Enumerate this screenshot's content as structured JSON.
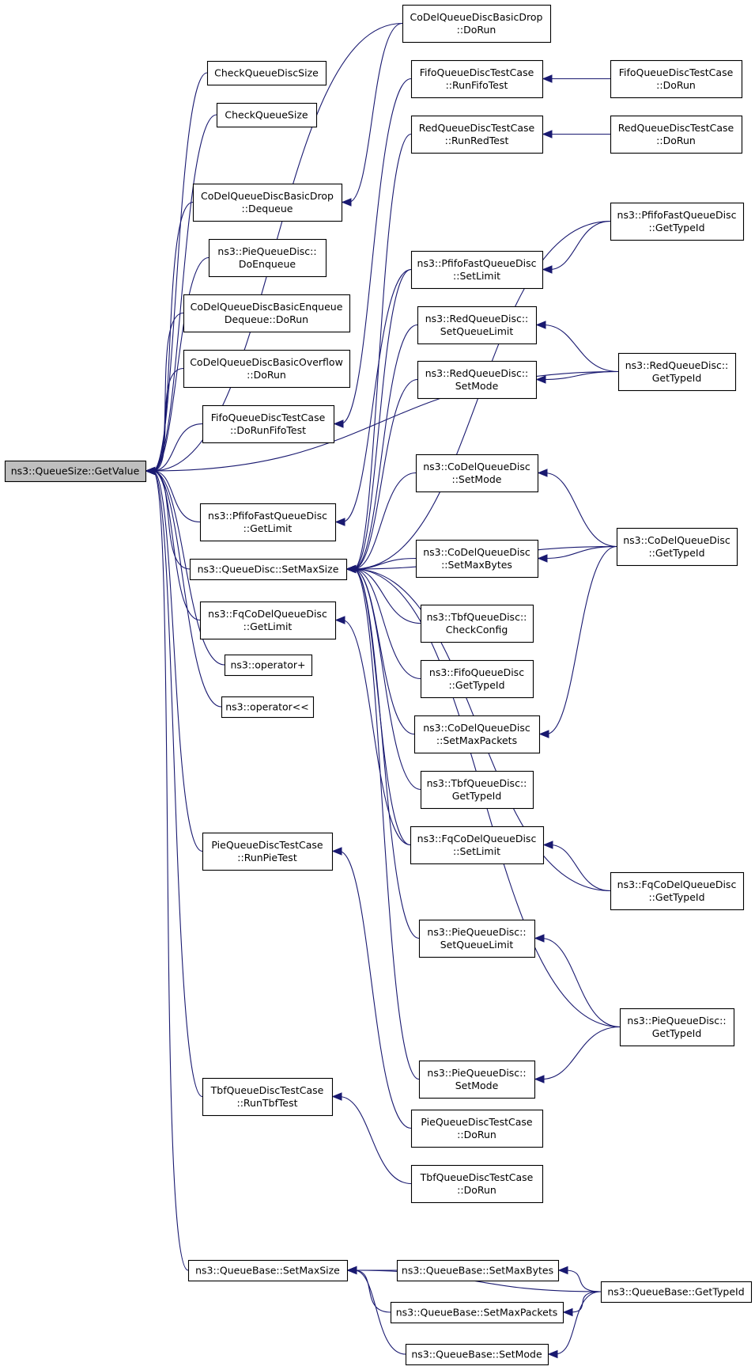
{
  "nodes": [
    {
      "id": "n0",
      "lines": [
        "ns3::QueueSize::GetValue"
      ],
      "root": true
    },
    {
      "id": "n1",
      "lines": [
        "CheckQueueDiscSize"
      ]
    },
    {
      "id": "n2",
      "lines": [
        "CheckQueueSize"
      ]
    },
    {
      "id": "n3",
      "lines": [
        "CoDelQueueDiscBasicDrop",
        "::Dequeue"
      ]
    },
    {
      "id": "n4",
      "lines": [
        "ns3::PieQueueDisc::",
        "DoEnqueue"
      ]
    },
    {
      "id": "n5",
      "lines": [
        "CoDelQueueDiscBasicEnqueue",
        "Dequeue::DoRun"
      ]
    },
    {
      "id": "n6",
      "lines": [
        "CoDelQueueDiscBasicOverflow",
        "::DoRun"
      ]
    },
    {
      "id": "n7",
      "lines": [
        "FifoQueueDiscTestCase",
        "::DoRunFifoTest"
      ]
    },
    {
      "id": "n8",
      "lines": [
        "ns3::PfifoFastQueueDisc",
        "::GetLimit"
      ]
    },
    {
      "id": "n9",
      "lines": [
        "ns3::QueueDisc::SetMaxSize"
      ]
    },
    {
      "id": "n10",
      "lines": [
        "ns3::FqCoDelQueueDisc",
        "::GetLimit"
      ]
    },
    {
      "id": "n11",
      "lines": [
        "ns3::operator+"
      ]
    },
    {
      "id": "n12",
      "lines": [
        "ns3::operator<<"
      ]
    },
    {
      "id": "n13",
      "lines": [
        "PieQueueDiscTestCase",
        "::RunPieTest"
      ]
    },
    {
      "id": "n14",
      "lines": [
        "TbfQueueDiscTestCase",
        "::RunTbfTest"
      ]
    },
    {
      "id": "n15",
      "lines": [
        "ns3::QueueBase::SetMaxSize"
      ]
    },
    {
      "id": "n16",
      "lines": [
        "CoDelQueueDiscBasicDrop",
        "::DoRun"
      ]
    },
    {
      "id": "n17",
      "lines": [
        "FifoQueueDiscTestCase",
        "::RunFifoTest"
      ]
    },
    {
      "id": "n18",
      "lines": [
        "RedQueueDiscTestCase",
        "::RunRedTest"
      ]
    },
    {
      "id": "n19",
      "lines": [
        "ns3::PfifoFastQueueDisc",
        "::SetLimit"
      ]
    },
    {
      "id": "n20",
      "lines": [
        "ns3::RedQueueDisc::",
        "SetQueueLimit"
      ]
    },
    {
      "id": "n21",
      "lines": [
        "ns3::RedQueueDisc::",
        "SetMode"
      ]
    },
    {
      "id": "n22",
      "lines": [
        "ns3::CoDelQueueDisc",
        "::SetMode"
      ]
    },
    {
      "id": "n23",
      "lines": [
        "ns3::CoDelQueueDisc",
        "::SetMaxBytes"
      ]
    },
    {
      "id": "n24",
      "lines": [
        "ns3::TbfQueueDisc::",
        "CheckConfig"
      ]
    },
    {
      "id": "n25",
      "lines": [
        "ns3::FifoQueueDisc",
        "::GetTypeId"
      ]
    },
    {
      "id": "n26",
      "lines": [
        "ns3::CoDelQueueDisc",
        "::SetMaxPackets"
      ]
    },
    {
      "id": "n27",
      "lines": [
        "ns3::TbfQueueDisc::",
        "GetTypeId"
      ]
    },
    {
      "id": "n28",
      "lines": [
        "ns3::FqCoDelQueueDisc",
        "::SetLimit"
      ]
    },
    {
      "id": "n29",
      "lines": [
        "ns3::PieQueueDisc::",
        "SetQueueLimit"
      ]
    },
    {
      "id": "n30",
      "lines": [
        "ns3::PieQueueDisc::",
        "SetMode"
      ]
    },
    {
      "id": "n31",
      "lines": [
        "PieQueueDiscTestCase",
        "::DoRun"
      ]
    },
    {
      "id": "n32",
      "lines": [
        "TbfQueueDiscTestCase",
        "::DoRun"
      ]
    },
    {
      "id": "n33",
      "lines": [
        "ns3::QueueBase::SetMaxBytes"
      ]
    },
    {
      "id": "n34",
      "lines": [
        "ns3::QueueBase::SetMaxPackets"
      ]
    },
    {
      "id": "n35",
      "lines": [
        "ns3::QueueBase::SetMode"
      ]
    },
    {
      "id": "n36",
      "lines": [
        "FifoQueueDiscTestCase",
        "::DoRun"
      ]
    },
    {
      "id": "n37",
      "lines": [
        "RedQueueDiscTestCase",
        "::DoRun"
      ]
    },
    {
      "id": "n38",
      "lines": [
        "ns3::PfifoFastQueueDisc",
        "::GetTypeId"
      ]
    },
    {
      "id": "n39",
      "lines": [
        "ns3::RedQueueDisc::",
        "GetTypeId"
      ]
    },
    {
      "id": "n40",
      "lines": [
        "ns3::CoDelQueueDisc",
        "::GetTypeId"
      ]
    },
    {
      "id": "n41",
      "lines": [
        "ns3::FqCoDelQueueDisc",
        "::GetTypeId"
      ]
    },
    {
      "id": "n42",
      "lines": [
        "ns3::PieQueueDisc::",
        "GetTypeId"
      ]
    },
    {
      "id": "n43",
      "lines": [
        "ns3::QueueBase::GetTypeId"
      ]
    }
  ],
  "edges": [
    [
      "n0",
      "n1"
    ],
    [
      "n0",
      "n2"
    ],
    [
      "n0",
      "n3"
    ],
    [
      "n0",
      "n4"
    ],
    [
      "n0",
      "n5"
    ],
    [
      "n0",
      "n6"
    ],
    [
      "n0",
      "n7"
    ],
    [
      "n0",
      "n8"
    ],
    [
      "n0",
      "n9"
    ],
    [
      "n0",
      "n10"
    ],
    [
      "n0",
      "n11"
    ],
    [
      "n0",
      "n12"
    ],
    [
      "n0",
      "n13"
    ],
    [
      "n0",
      "n14"
    ],
    [
      "n0",
      "n15"
    ],
    [
      "n0",
      "n16"
    ],
    [
      "n0",
      "n39"
    ],
    [
      "n3",
      "n16"
    ],
    [
      "n7",
      "n17"
    ],
    [
      "n8",
      "n19"
    ],
    [
      "n9",
      "n18"
    ],
    [
      "n9",
      "n38"
    ],
    [
      "n9",
      "n19"
    ],
    [
      "n9",
      "n20"
    ],
    [
      "n9",
      "n21"
    ],
    [
      "n9",
      "n22"
    ],
    [
      "n9",
      "n23"
    ],
    [
      "n9",
      "n40"
    ],
    [
      "n9",
      "n24"
    ],
    [
      "n9",
      "n25"
    ],
    [
      "n9",
      "n26"
    ],
    [
      "n9",
      "n27"
    ],
    [
      "n9",
      "n28"
    ],
    [
      "n9",
      "n41"
    ],
    [
      "n9",
      "n29"
    ],
    [
      "n9",
      "n42"
    ],
    [
      "n9",
      "n30"
    ],
    [
      "n10",
      "n28"
    ],
    [
      "n13",
      "n31"
    ],
    [
      "n14",
      "n32"
    ],
    [
      "n15",
      "n33"
    ],
    [
      "n15",
      "n34"
    ],
    [
      "n15",
      "n35"
    ],
    [
      "n15",
      "n43"
    ],
    [
      "n17",
      "n36"
    ],
    [
      "n18",
      "n37"
    ],
    [
      "n19",
      "n38"
    ],
    [
      "n20",
      "n39"
    ],
    [
      "n21",
      "n39"
    ],
    [
      "n22",
      "n40"
    ],
    [
      "n23",
      "n40"
    ],
    [
      "n26",
      "n40"
    ],
    [
      "n28",
      "n41"
    ],
    [
      "n29",
      "n42"
    ],
    [
      "n30",
      "n42"
    ],
    [
      "n33",
      "n43"
    ],
    [
      "n34",
      "n43"
    ],
    [
      "n35",
      "n43"
    ]
  ]
}
